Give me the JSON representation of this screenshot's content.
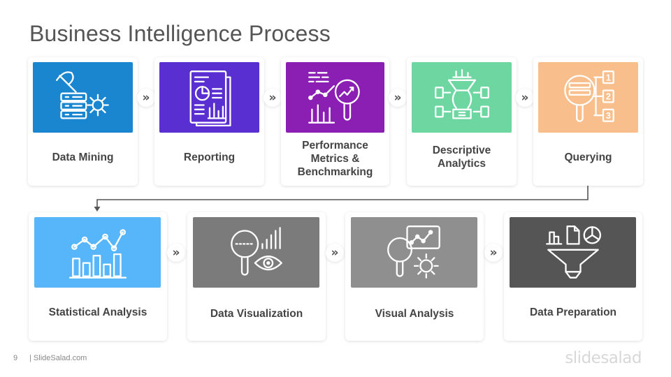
{
  "title": "Business Intelligence Process",
  "steps": [
    {
      "label": "Data Mining",
      "color": "#1a86d0",
      "icon": "data-mining-icon"
    },
    {
      "label": "Reporting",
      "color": "#5a2fd1",
      "icon": "report-icon"
    },
    {
      "label": "Performance Metrics & Benchmarking",
      "color": "#8b1fb3",
      "icon": "performance-metrics-icon"
    },
    {
      "label": "Descriptive Analytics",
      "color": "#6ed6a0",
      "icon": "funnel-analytics-icon"
    },
    {
      "label": "Querying",
      "color": "#f8be8b",
      "icon": "query-icon"
    },
    {
      "label": "Statistical Analysis",
      "color": "#57b6fa",
      "icon": "line-chart-icon"
    },
    {
      "label": "Data Visualization",
      "color": "#7b7b7b",
      "icon": "magnifier-eye-icon"
    },
    {
      "label": "Visual Analysis",
      "color": "#8f8f8f",
      "icon": "magnifier-gear-icon"
    },
    {
      "label": "Data Preparation",
      "color": "#555555",
      "icon": "data-funnel-icon"
    }
  ],
  "arrow_glyph": "»",
  "query_numbers": [
    "1",
    "2",
    "3"
  ],
  "footer": {
    "page": "9",
    "site": "| SlideSalad.com",
    "brand": "slidesalad"
  }
}
